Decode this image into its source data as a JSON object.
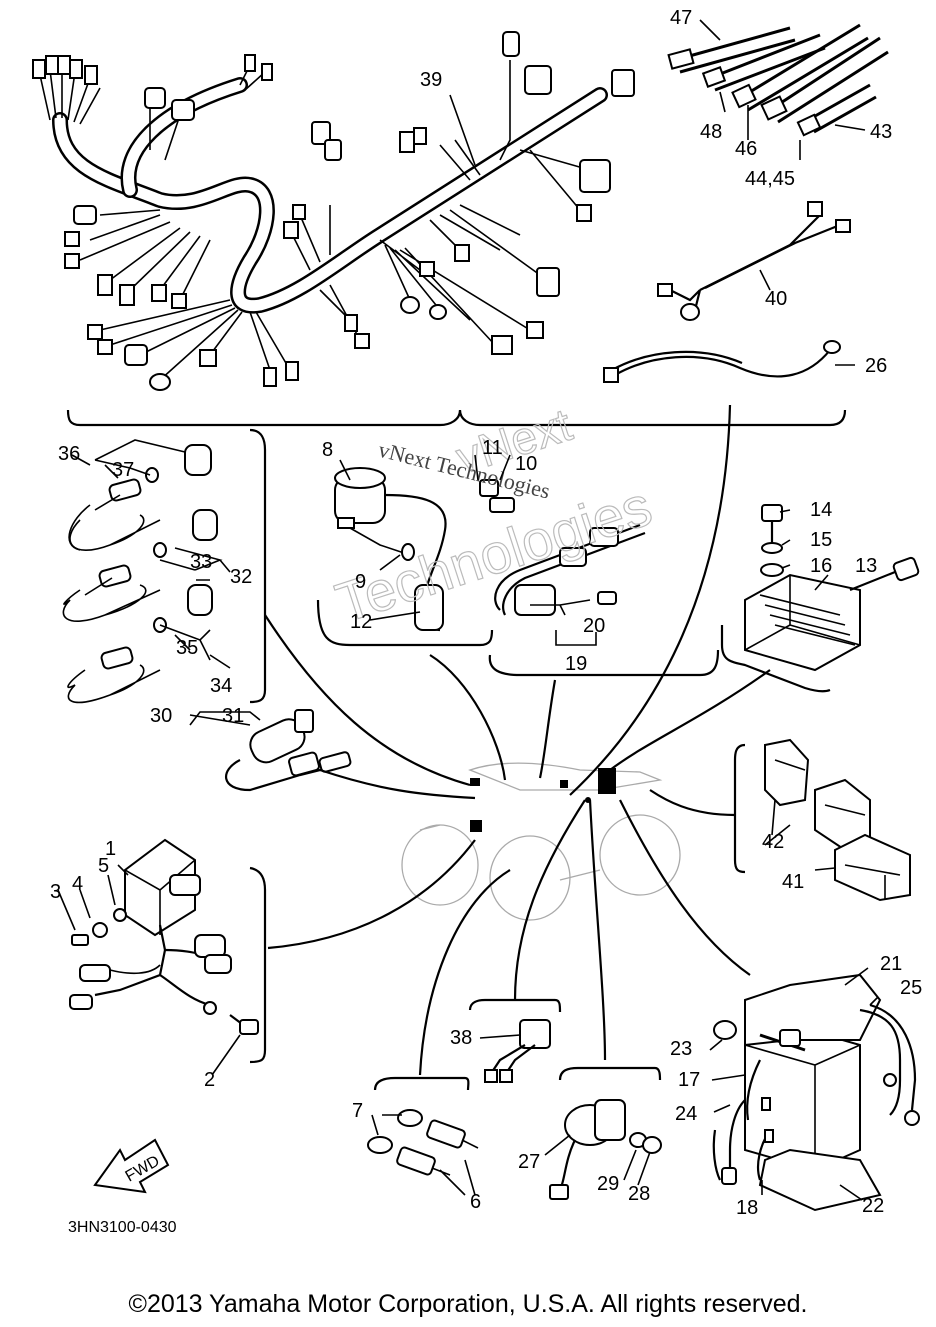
{
  "diagram_code": "3HN3100-0430",
  "fwd_label": "FWD",
  "watermark": {
    "line1": "vNext",
    "line2": "Technologies",
    "line3": "vNext Technologies"
  },
  "copyright": "©2013 Yamaha Motor Corporation, U.S.A. All rights reserved.",
  "callouts": {
    "n1": "1",
    "n2": "2",
    "n3": "3",
    "n4": "4",
    "n5": "5",
    "n6": "6",
    "n7": "7",
    "n8": "8",
    "n9": "9",
    "n10": "10",
    "n11": "11",
    "n12": "12",
    "n13": "13",
    "n14": "14",
    "n15": "15",
    "n16": "16",
    "n17": "17",
    "n18": "18",
    "n19": "19",
    "n20": "20",
    "n21": "21",
    "n22": "22",
    "n23": "23",
    "n24": "24",
    "n25": "25",
    "n26": "26",
    "n27": "27",
    "n28": "28",
    "n29": "29",
    "n30": "30",
    "n31": "31",
    "n32": "32",
    "n33": "33",
    "n34": "34",
    "n35": "35",
    "n36": "36",
    "n37": "37",
    "n38": "38",
    "n39": "39",
    "n40": "40",
    "n41": "41",
    "n42": "42",
    "n43": "43",
    "n4445": "44,45",
    "n46": "46",
    "n47": "47",
    "n48": "48"
  }
}
